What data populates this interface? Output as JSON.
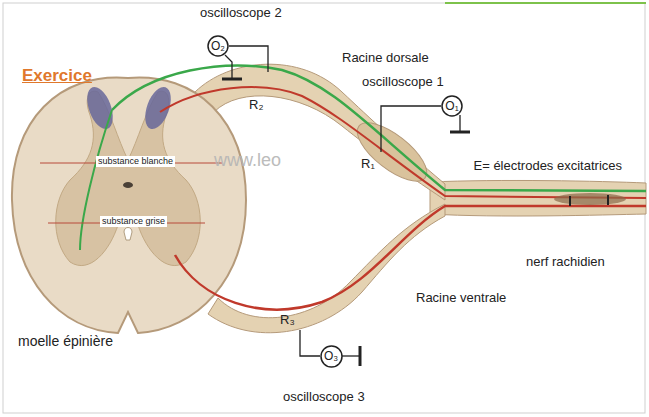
{
  "diagram": {
    "title": "Exercice",
    "nodes": [
      {
        "text": [
          "oscilloscope 2",
          "O₂"
        ]
      },
      {
        "text": [
          "oscilloscope 1",
          "O₁"
        ]
      },
      {
        "text": [
          "oscilloscope 3",
          "O₃"
        ]
      }
    ],
    "labels": [
      "Racine dorsale",
      "R₂",
      "R₁",
      "E= électrodes excitatrices",
      "nerf rachidien",
      "Racine ventrale",
      "substance blanche",
      "substance grise",
      "www.leo",
      "moelle épinière",
      "R₃"
    ]
  }
}
